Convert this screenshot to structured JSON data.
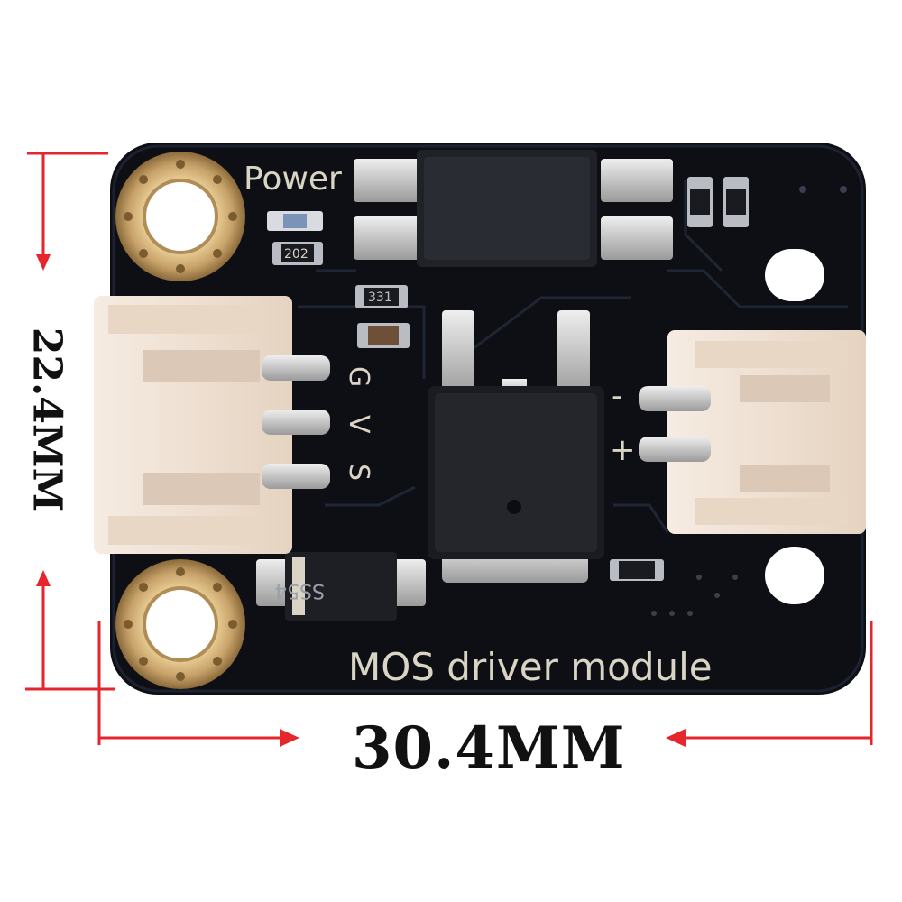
{
  "board": {
    "title": "MOS driver module",
    "power_label": "Power",
    "input_pins": [
      "G",
      "V",
      "S"
    ],
    "output_pins": [
      "-",
      "+"
    ],
    "resistor_1": "202",
    "resistor_2": "331",
    "diode_marking": "SS54"
  },
  "dimensions": {
    "width": "30.4MM",
    "height": "22.4MM"
  },
  "colors": {
    "pcb": "#0e1016",
    "silkscreen": "#d9d4c4",
    "connector": "#f1e3d6",
    "pad_gold": "#c8a26a",
    "arrow": "#e5262d"
  }
}
